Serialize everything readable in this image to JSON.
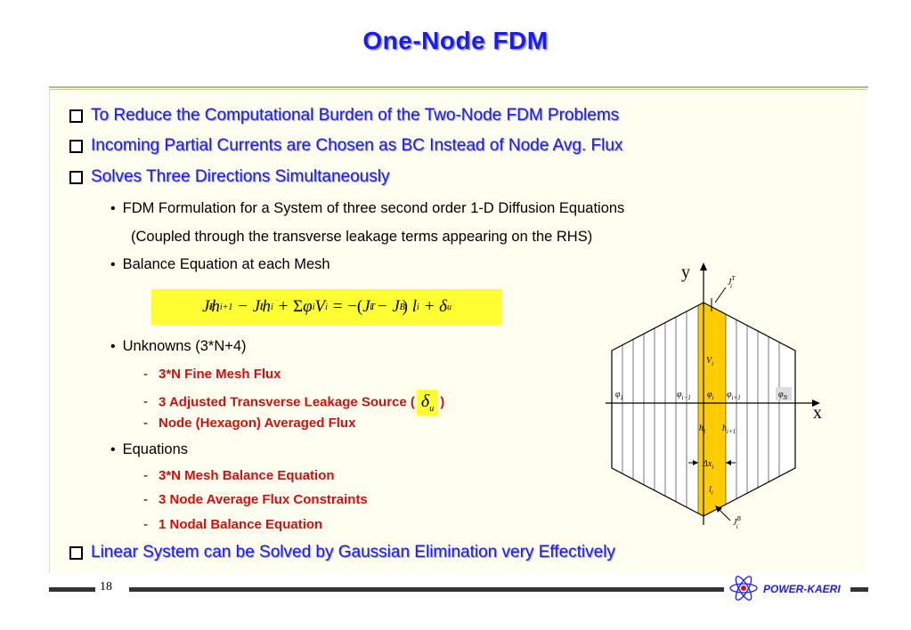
{
  "title": "One-Node FDM",
  "bullets": {
    "b1": "To Reduce the Computational Burden of the Two-Node FDM Problems",
    "b2": "Incoming Partial Currents are Chosen as BC Instead of Node Avg. Flux",
    "b3": "Solves Three Directions Simultaneously",
    "b4": "Linear System can be Solved by Gaussian Elimination very Effectively"
  },
  "sub": {
    "fdm": "FDM Formulation for a System of three second order 1-D Diffusion Equations",
    "fdm_note": "(Coupled through the transverse leakage terms appearing on the RHS)",
    "balance": "Balance Equation at each Mesh",
    "unknowns": "Unknowns (3*N+4)",
    "equations": "Equations"
  },
  "unknowns_items": {
    "u1": "3*N Fine Mesh Flux",
    "u2_prefix": "3 Adjusted Transverse Leakage Source (",
    "u2_suffix": ")",
    "u3": "Node (Hexagon) Averaged Flux"
  },
  "equation_items": {
    "e1": "3*N Mesh Balance Equation",
    "e2": "3 Node Average Flux Constraints",
    "e3": "1 Nodal Balance Equation"
  },
  "diagram": {
    "y_axis": "y",
    "x_axis": "x"
  },
  "footer": {
    "page_number": "18",
    "logo_text": "POWER-KAERI"
  },
  "colors": {
    "title": "#1a1aff",
    "highlight": "#ffff33",
    "red_text": "#d01010",
    "mesh_fill": "#ffcc00"
  }
}
